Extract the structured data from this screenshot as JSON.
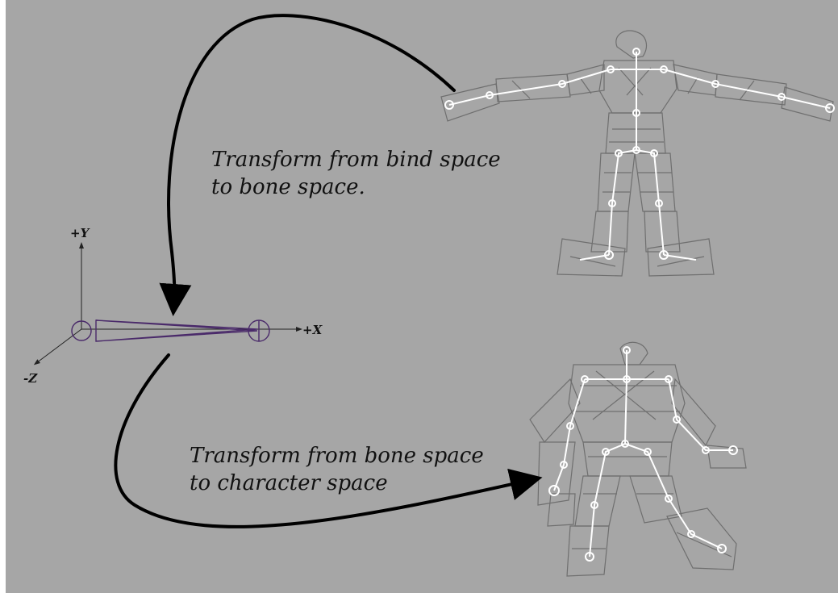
{
  "background_color": "#a6a6a6",
  "axes": {
    "y_label": "+Y",
    "x_label": "+X",
    "z_label": "-Z"
  },
  "captions": {
    "bind_to_bone": [
      "Transform from bind space",
      "to bone space."
    ],
    "bone_to_character": [
      "Transform from bone space",
      "to character space"
    ]
  },
  "figures": {
    "bind_pose": "character-wireframe-bind-pose",
    "character_pose": "character-wireframe-animated-pose"
  },
  "colors": {
    "bone": "#4a2a6a",
    "arrow": "#000000",
    "wireframe": "#6f6f6f",
    "skeleton": "#ffffff"
  }
}
